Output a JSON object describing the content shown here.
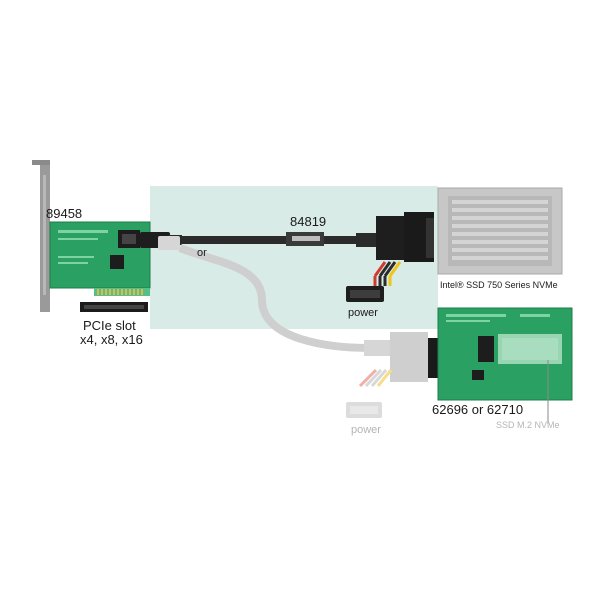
{
  "labels": {
    "card_model": "89458",
    "cable_model": "84819",
    "or_word": "or",
    "pcie_line1": "PCIe slot",
    "pcie_line2": "x4, x8, x16",
    "power": "power",
    "power_faded": "power",
    "intel_ssd": "Intel® SSD 750 Series NVMe",
    "adapter_models": "62696 or 62710",
    "ssd_m2": "SSD M.2 NVMe"
  },
  "colors": {
    "highlight": "#d9ebe6",
    "pcb_green": "#2aa163",
    "pcb_green_light": "#55c086",
    "pcb_faded": "#9ad5b2",
    "cable_black": "#2b2b2b",
    "cable_grey": "#cfcfcf",
    "bracket": "#9a9a9a",
    "ssd_silver": "#c7c7c7",
    "wire_red": "#d33a2f",
    "wire_yellow": "#f0c419",
    "text_faded": "#b5b5b5"
  }
}
